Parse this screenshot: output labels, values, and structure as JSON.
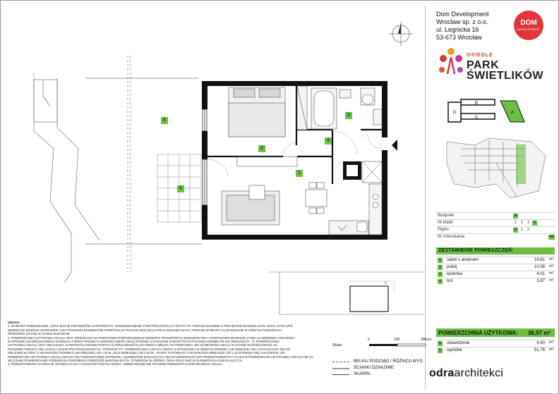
{
  "company": {
    "name": "Dom Development",
    "entity": "Wrocław sp. z o.o.",
    "street": "ul. Legnicka 16",
    "postcode": "53-673 Wrocław"
  },
  "badge": {
    "main": "DOM",
    "sub": "DEVELOPMENT"
  },
  "logo": {
    "line1": "OSIEDLE",
    "line2": "PARK",
    "line3": "ŚWIETLIKÓW"
  },
  "keyplan_labels": [
    "D",
    "B",
    "C",
    "A"
  ],
  "info": {
    "building_label": "Budynek",
    "building_value": "A",
    "staircase_label": "Nr klatki",
    "staircase_values": [
      "1",
      "2",
      "3",
      "4"
    ],
    "staircase_selected": "4",
    "floor_label": "Piętro",
    "floor_values": [
      "P",
      "1",
      "2"
    ],
    "floor_selected": "P",
    "flat_label": "Nr mieszkania",
    "flat_value": "49"
  },
  "rooms_title": "ZESTAWIENIE POMIESZCZEŃ:",
  "rooms": [
    {
      "no": "1",
      "name": "salon z aneksem",
      "area": "18,61",
      "unit": "m²"
    },
    {
      "no": "2",
      "name": "pokój",
      "area": "10,08",
      "unit": "m²"
    },
    {
      "no": "3",
      "name": "łazienka",
      "area": "4,01",
      "unit": "m²"
    },
    {
      "no": "4",
      "name": "hol",
      "area": "3,87",
      "unit": "m²"
    }
  ],
  "total": {
    "label": "POWIERZCHNIA UŻYTKOWA:",
    "value": "36,57 m²"
  },
  "extras": [
    {
      "no": "5",
      "name": "utwardzenie",
      "area": "4,40",
      "unit": "m²"
    },
    {
      "no": "6",
      "name": "ogródek",
      "area": "51,76",
      "unit": "m²"
    }
  ],
  "plan_labels": [
    "1",
    "2",
    "3",
    "4",
    "5",
    "6"
  ],
  "notes": [
    "UWAGA:",
    "1. WYMIARY POMIESZCZEŃ, LOKALIZACJE PRZYBORÓW SANITARNYCH, ROZMIESZCZENIE PUNKTÓW INSTALACYJNYCH ITP. PODANO ZGODNIE Z PROJEKTEM BUDOWLANYM. MOGĄ WYSTĄPIĆ",
    "NIEWIELKIE RÓŻNICE WYMIARÓW I UDYTKOWANIA ELEMENTÓW POWSTAŁE W TRAKCIE REALIZACJI PRAC BUDOWLANYCH. PODANE WYMIARY SĄ WYMIARAMI W ŚWIETLE PIONOWYCH",
    "PRZEGRÓD (ŚCIAN) W STANIE SUROWYM",
    "2. POWIERZCHNIA UŻYTKOWA LOKALU JEST OKREŚLONA NA PODSTAWIE ROZPORZĄDZENIA MINISTRA TRANSPORTU, BUDOWNICTWA I GOSPODARKI MORSKIEJ Z DNIA 11 WRZEŚNIA 2020 ROKU",
    "W SPRAWIE SZCZEGÓŁOWEGO ZAKRESU I FORMY PROJEKTU BUDOWLANEGO ORAZ ZGODNIE Z ZASADAMI ZAWARTYMI W POLSKIEJ NORMIE PN-ISO 9836:2022-07. 7). POWIERZCHNIA",
    "UŻYTKOWA LOKALU JEST OBLICZANA: W METRACH KWADRATOWYCH Z DOKŁADNOŚCIĄ DO DWÓCH MIEJSC PO PRZECINKU, WG WYMIARÓW LOKALU W STANIE WYKOŃCZONYM, NA",
    "POZIOMIE PODŁOGI, NIE LICZĄC LISTEW PRZYPODŁOGOWYCH, PROGÓW ITP.; POWIERZCHNIA LUB ICH CZĘŚCI O WYSOKOŚCI W ŚWIETLE ROWNEJ LUB WIĘKSZEJ OD 2,20 M ZALICZA SIĘ DO",
    "OBLICZEŃ W 100%, O WYSOKOŚCI RÓWNEJ LUB WIĘKSZEJ OD 1,40 M, LECZ MNIEJSZEJ OD 2,20 M – W 50%, NATOMIAST O WYSOKOŚCI MNIEJSZEJ OD 1,40 M POMIJA SIĘ CAŁKOWICIE. DO",
    "POWIERZCHNI UŻYTKOWEJ LOKALU WLICZA SIĘ POWIERZCHNIĘ ANTRESOLI, ELEMENTÓW NADAJĄCYCH SIĘ DO DEMONTAŻU (NP. PRZEDSTAWIONYCH TYLKO W POWIERZCHNI UŻYTKOWEJ LOKALU NIE SĄ",
    "WLICZANE POWIERZCHNIE PRZEKROJU POZIOMEGO PRZEGRÓD BUDOWLANYCH, OTWORÓW NA DRZWI I OKNA ORAZ NISZ W ELEMENTACH ZAMYKAJĄCYCH",
    "3. PRZEDSTAWIONA NA RZUCIE ARANŻACJA MA CHARAKTER PRZYKŁADOWY, UMEBLOWANIE NIE STANOWI PRZEDMIOTU NABYWANEGO LOKALU"
  ],
  "scale": {
    "label": "Skala:",
    "ticks": [
      "0",
      "100",
      "200cm"
    ]
  },
  "legend": [
    "BELKA/ PODCIĄG / RÓŻNICA WYS.",
    "ŚCIANKI DZIAŁOWE",
    "SKARPA"
  ],
  "architect": {
    "part1": "odra",
    "part2": "architekci"
  }
}
